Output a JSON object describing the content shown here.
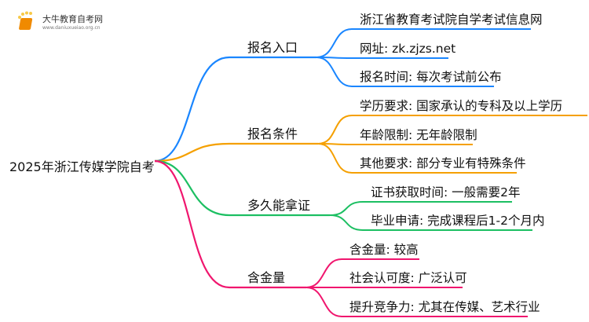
{
  "logo": {
    "title": "大牛教育自考网",
    "url": "www.daniuxueiao.org.cn"
  },
  "root": "2025年浙江传媒学院自考",
  "branches": [
    {
      "label": "报名入口",
      "color": "#1a86ff",
      "leaves": [
        "浙江省教育考试院自学考试信息网",
        "网址: zk.zjzs.net",
        "报名时间: 每次考试前公布"
      ]
    },
    {
      "label": "报名条件",
      "color": "#f5a000",
      "leaves": [
        "学历要求: 国家承认的专科及以上学历",
        "年龄限制: 无年龄限制",
        "其他要求: 部分专业有特殊条件"
      ]
    },
    {
      "label": "多久能拿证",
      "color": "#1cbf62",
      "leaves": [
        "证书获取时间: 一般需要2年",
        "毕业申请: 完成课程后1-2个月内"
      ]
    },
    {
      "label": "含金量",
      "color": "#f0166e",
      "leaves": [
        "含金量: 较高",
        "社会认可度: 广泛认可",
        "提升竞争力: 尤其在传媒、艺术行业"
      ]
    }
  ]
}
